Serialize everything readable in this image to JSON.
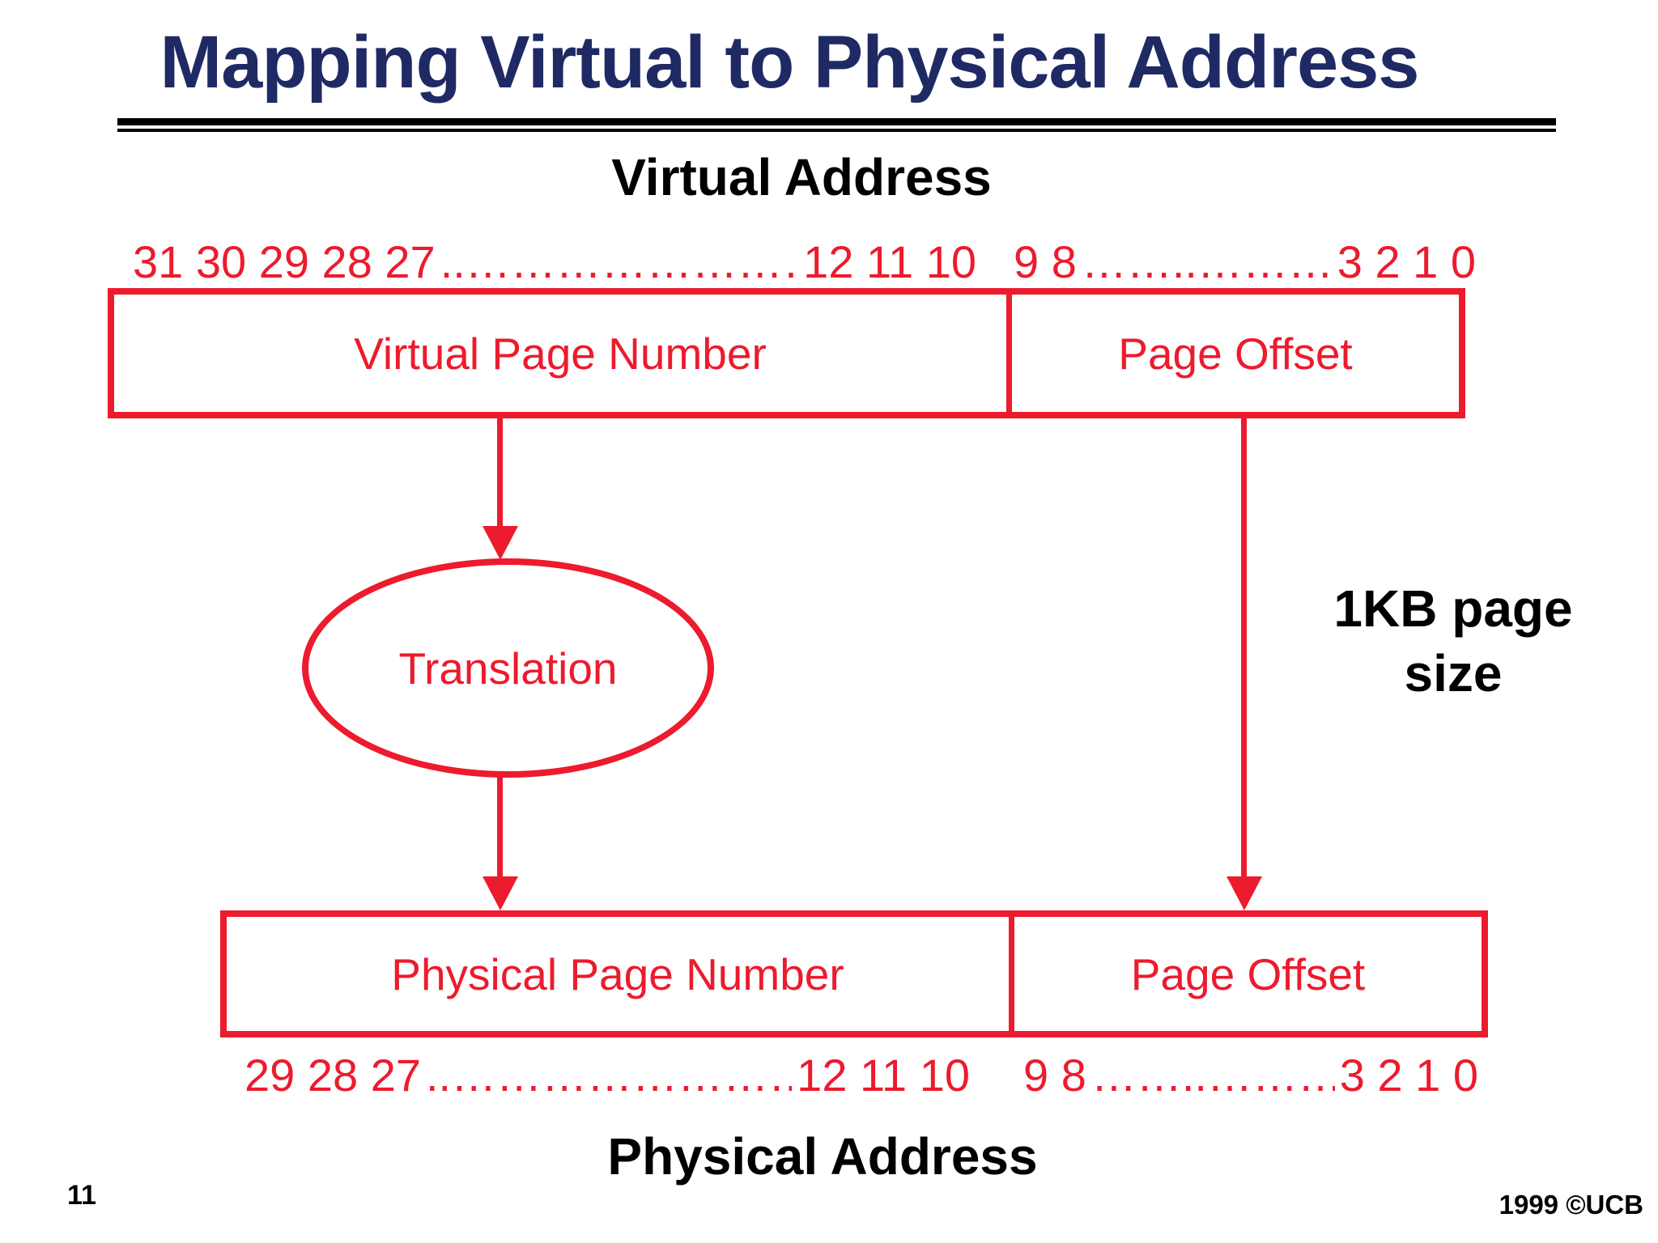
{
  "slide": {
    "title": "Mapping Virtual to Physical Address",
    "page_number": "11",
    "footer": "1999 ©UCB"
  },
  "virtual_address": {
    "heading": "Virtual Address",
    "bits_left": {
      "start": "31 30 29 28 27",
      "dots": "..………………………………………………………",
      "end": "12 11 10"
    },
    "bits_right": {
      "start": "9 8",
      "dots": "……..………………………",
      "end": "3 2 1 0"
    },
    "fields": [
      {
        "label": "Virtual Page Number"
      },
      {
        "label": "Page Offset"
      }
    ]
  },
  "translation": {
    "label": "Translation"
  },
  "annotation": {
    "line1": "1KB page",
    "line2": "size"
  },
  "physical_address": {
    "heading": "Physical Address",
    "bits_left": {
      "start": "29 28 27",
      "dots": "..………………………………………………………",
      "end": "12 11 10"
    },
    "bits_right": {
      "start": "9 8",
      "dots": "……..………………………",
      "end": "3 2 1 0"
    },
    "fields": [
      {
        "label": "Physical Page Number"
      },
      {
        "label": "Page Offset"
      }
    ]
  },
  "colors": {
    "accent_red": "#EC1B2D",
    "title_navy": "#1F2A64",
    "text_black": "#000000"
  }
}
